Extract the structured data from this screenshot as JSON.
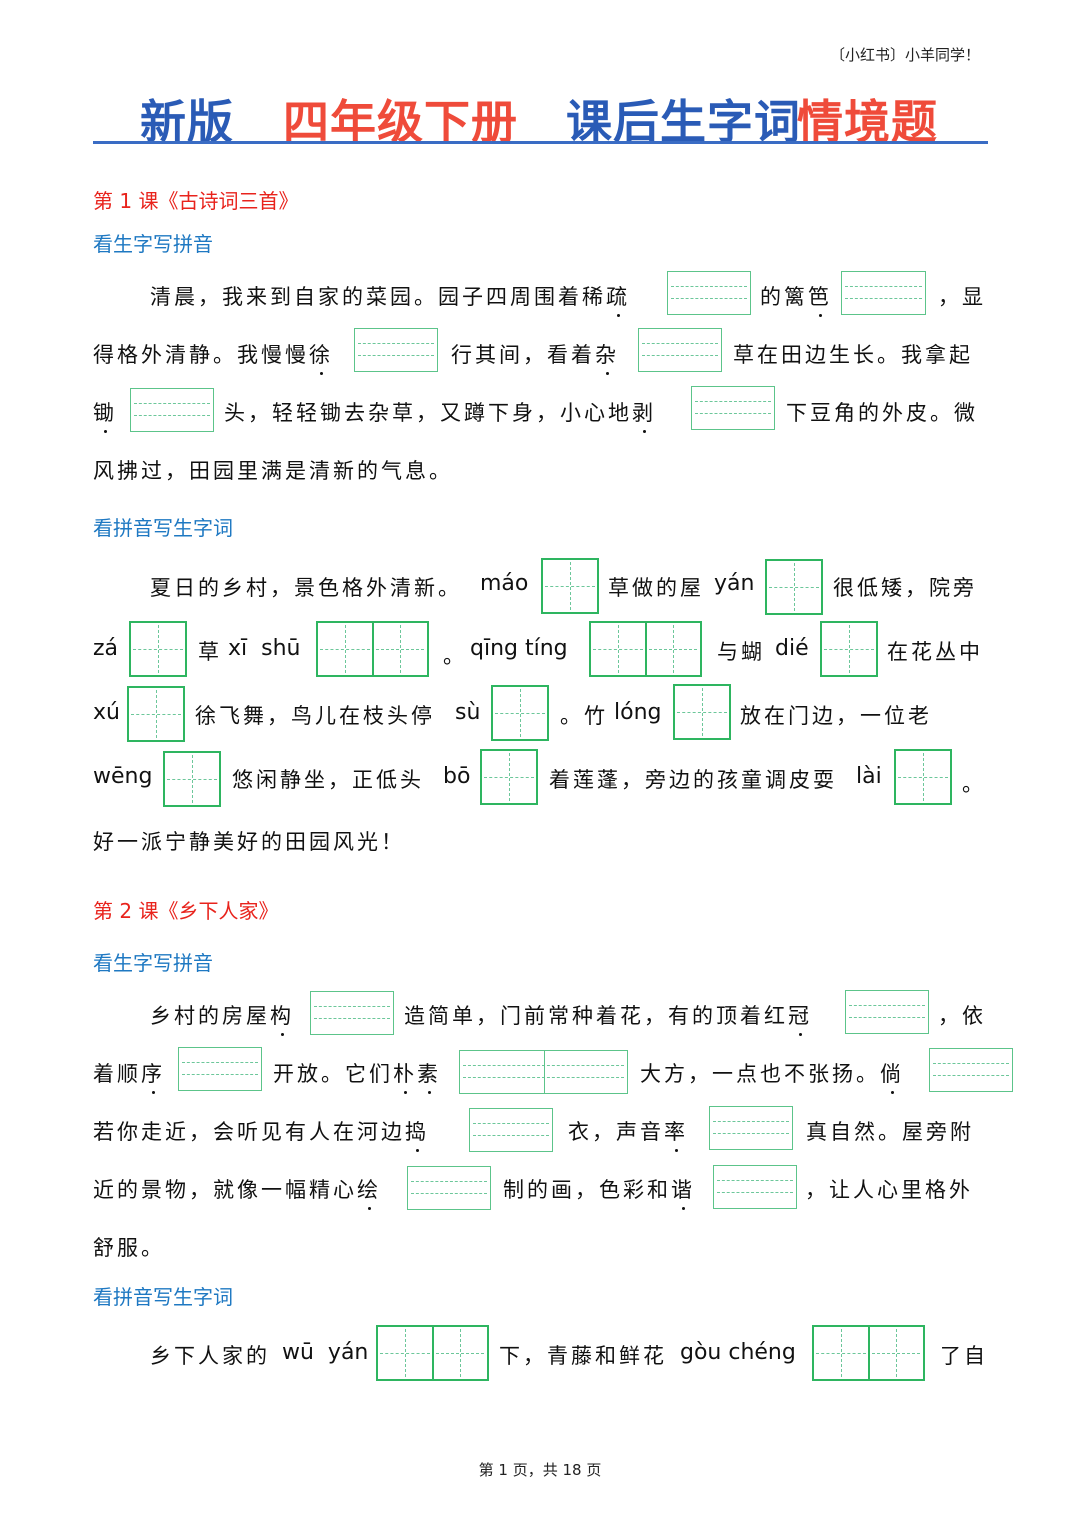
{
  "watermark": "〔小红书〕小羊同学！",
  "title": {
    "part1": "新版",
    "part2": "四年级下册",
    "part3": "课后生字词",
    "part4": "情境题",
    "colors": {
      "blue": "#2a5bb6",
      "red": "#ef4b3a",
      "rule": "#3a6cc4"
    }
  },
  "lesson1": {
    "heading": "第 1 课《古诗词三首》",
    "section_a": {
      "label": "看生字写拼音",
      "lines": [
        [
          "清晨，我来到自家的菜园。园子四周围着稀",
          "疏",
          "的篱",
          "笆",
          "，显"
        ],
        [
          "得格外清静。我慢慢徐",
          "行其间，看着杂",
          "草在田边生长。我拿起"
        ],
        [
          "锄",
          "头，轻轻锄去杂草，又蹲下身，小心地剥",
          "下豆角的外皮。微"
        ],
        [
          "风拂过，田园里满是清新的气息。"
        ]
      ],
      "dotted_chars": [
        "疏",
        "笆",
        "徐",
        "杂",
        "锄",
        "剥"
      ]
    },
    "section_b": {
      "label": "看拼音写生字词",
      "line1": {
        "a": "夏日的乡村，景色格外清新。",
        "p1": "máo",
        "b": "草做的屋",
        "p2": "yán",
        "c": "很低矮，院旁"
      },
      "line2": {
        "p1": "zá",
        "a": "草",
        "p2": "xī  shū",
        "b": "。",
        "p3": "qīng tíng",
        "c": "与蝴",
        "p4": "dié",
        "d": "在花丛中"
      },
      "line3": {
        "p1": "xú",
        "a": "徐飞舞，鸟儿在枝头停",
        "p2": "sù",
        "b": "。竹",
        "p3": "lóng",
        "c": "放在门边，一位老"
      },
      "line4": {
        "p1": "wēng",
        "a": "悠闲静坐，正低头",
        "p2": "bō",
        "b": "着莲蓬，旁边的孩童调皮耍",
        "p3": "lài",
        "c": "。"
      },
      "line5": "好一派宁静美好的田园风光！"
    }
  },
  "lesson2": {
    "heading": "第 2 课《乡下人家》",
    "section_a": {
      "label": "看生字写拼音",
      "line1": {
        "a": "乡村的房屋",
        "d": "构",
        "b": "造简单，门前常种着花，有的顶着红",
        "d2": "冠",
        "c": "，依"
      },
      "line2": {
        "a": "着顺",
        "d": "序",
        "b": "开放。它们",
        "d2": "朴",
        "d3": "素",
        "c": "大方，一点也不张扬。",
        "d4": "倘"
      },
      "line3": {
        "a": "若你走近，会听见有人在河边",
        "d": "捣",
        "b": "衣，声音",
        "d2": "率",
        "c": "真自然。屋旁附"
      },
      "line4": {
        "a": "近的景物，就像一幅精心",
        "d": "绘",
        "b": "制的画，色彩和",
        "d2": "谐",
        "c": "，让人心里格外"
      },
      "line5": "舒服。"
    },
    "section_b": {
      "label": "看拼音写生字词",
      "line1": {
        "a": "乡下人家的",
        "p1": "wū  yán",
        "b": "下，青藤和鲜花",
        "p2": "gòu chéng",
        "c": "了自"
      }
    }
  },
  "footer": "第 1 页，共 18 页"
}
